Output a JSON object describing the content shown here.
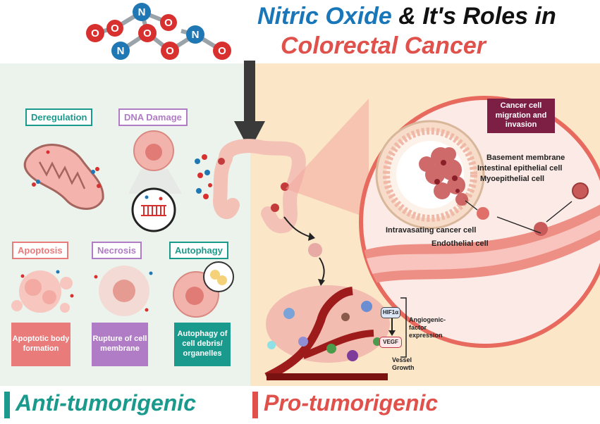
{
  "title": {
    "line1_highlight": "Nitric Oxide",
    "line1_rest": " & It's Roles in",
    "line2": "Colorectal Cancer"
  },
  "molecule": {
    "atoms": [
      "O",
      "N",
      "O",
      "O",
      "O",
      "N",
      "O",
      "N",
      "O"
    ]
  },
  "left": {
    "deregulation": "Deregulation",
    "dna_damage": "DNA Damage",
    "apoptosis": "Apoptosis",
    "necrosis": "Necrosis",
    "autophagy": "Autophagy",
    "apoptosis_desc": "Apoptotic body formation",
    "necrosis_desc": "Rupture of cell membrane",
    "autophagy_desc": "Autophagy of cell debris/ organelles",
    "footer": "Anti-tumorigenic"
  },
  "right": {
    "migration": "Cancer cell migration and invasion",
    "basement": "Basement membrane",
    "epithelial": "Intestinal epithelial cell",
    "myoepithelial": "Myoepithelial cell",
    "intravasating": "Intravasating cancer cell",
    "endothelial": "Endothelial cell",
    "hif": "HIF1α",
    "vegf": "VEGF",
    "angiogenic": "Angiogenic-factor expression",
    "vessel": "Vessel Growth",
    "footer": "Pro-tumorigenic"
  },
  "colors": {
    "teal": "#1a9a8c",
    "purple": "#b07cc6",
    "salmon": "#e97b7b",
    "red": "#e0514b",
    "blue": "#1976b8",
    "maroon": "#7d1f45"
  }
}
